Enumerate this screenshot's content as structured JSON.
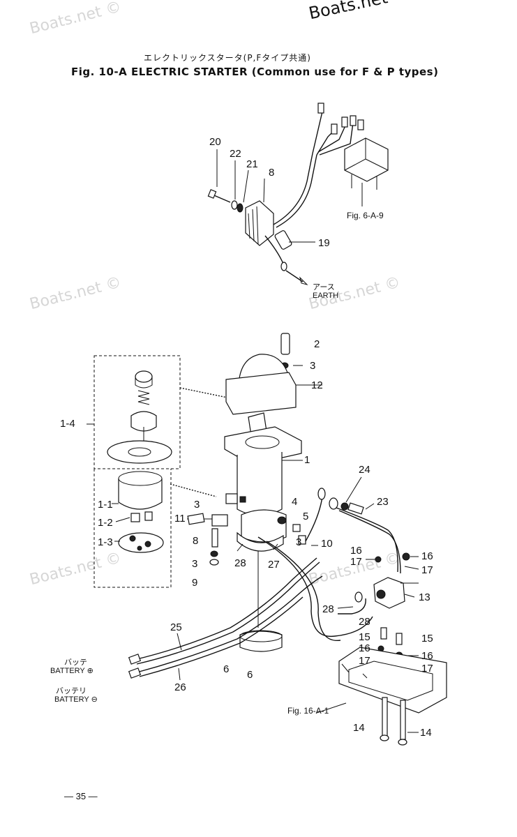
{
  "watermarks": {
    "top_right": "Boats.net ©",
    "repeat": "Boats.net ©"
  },
  "header": {
    "title_jp": "エレクトリックスタータ(P,Fタイプ共通)",
    "title": "Fig. 10-A   ELECTRIC STARTER (Common use for F & P types)"
  },
  "references": {
    "fig_6a9": "Fig. 6-A-9",
    "fig_16a1": "Fig. 16-A-1"
  },
  "captions": {
    "earth_jp": "アース",
    "earth": "EARTH",
    "battery_pos_jp": "バッテ",
    "battery_pos": "BATTERY ⊕",
    "battery_neg_jp": "バッテリ",
    "battery_neg": "BATTERY ⊖"
  },
  "part_numbers": {
    "p20": "20",
    "p22": "22",
    "p21": "21",
    "p8_top": "8",
    "p19": "19",
    "p2": "2",
    "p3_a": "3",
    "p12": "12",
    "p1_4": "1-4",
    "p1": "1",
    "p24": "24",
    "p23": "23",
    "p3_b": "3",
    "p4": "4",
    "p5": "5",
    "p11": "11",
    "p1_1": "1-1",
    "p1_2": "1-2",
    "p1_3": "1-3",
    "p8": "8",
    "p3_c": "3",
    "p10": "10",
    "p3_d": "3",
    "p9": "9",
    "p28_a": "28",
    "p27": "27",
    "p16_a": "16",
    "p17_a": "17",
    "p16_b": "16",
    "p17_b": "17",
    "p13": "13",
    "p28_b": "28",
    "p28_c": "28",
    "p15_a": "15",
    "p15_b": "15",
    "p16_c": "16",
    "p17_c": "17",
    "p16_d": "16",
    "p17_d": "17",
    "p25": "25",
    "p26": "26",
    "p6_a": "6",
    "p6_b": "6",
    "p14_a": "14",
    "p14_b": "14"
  },
  "page": {
    "number": "— 35 —"
  }
}
